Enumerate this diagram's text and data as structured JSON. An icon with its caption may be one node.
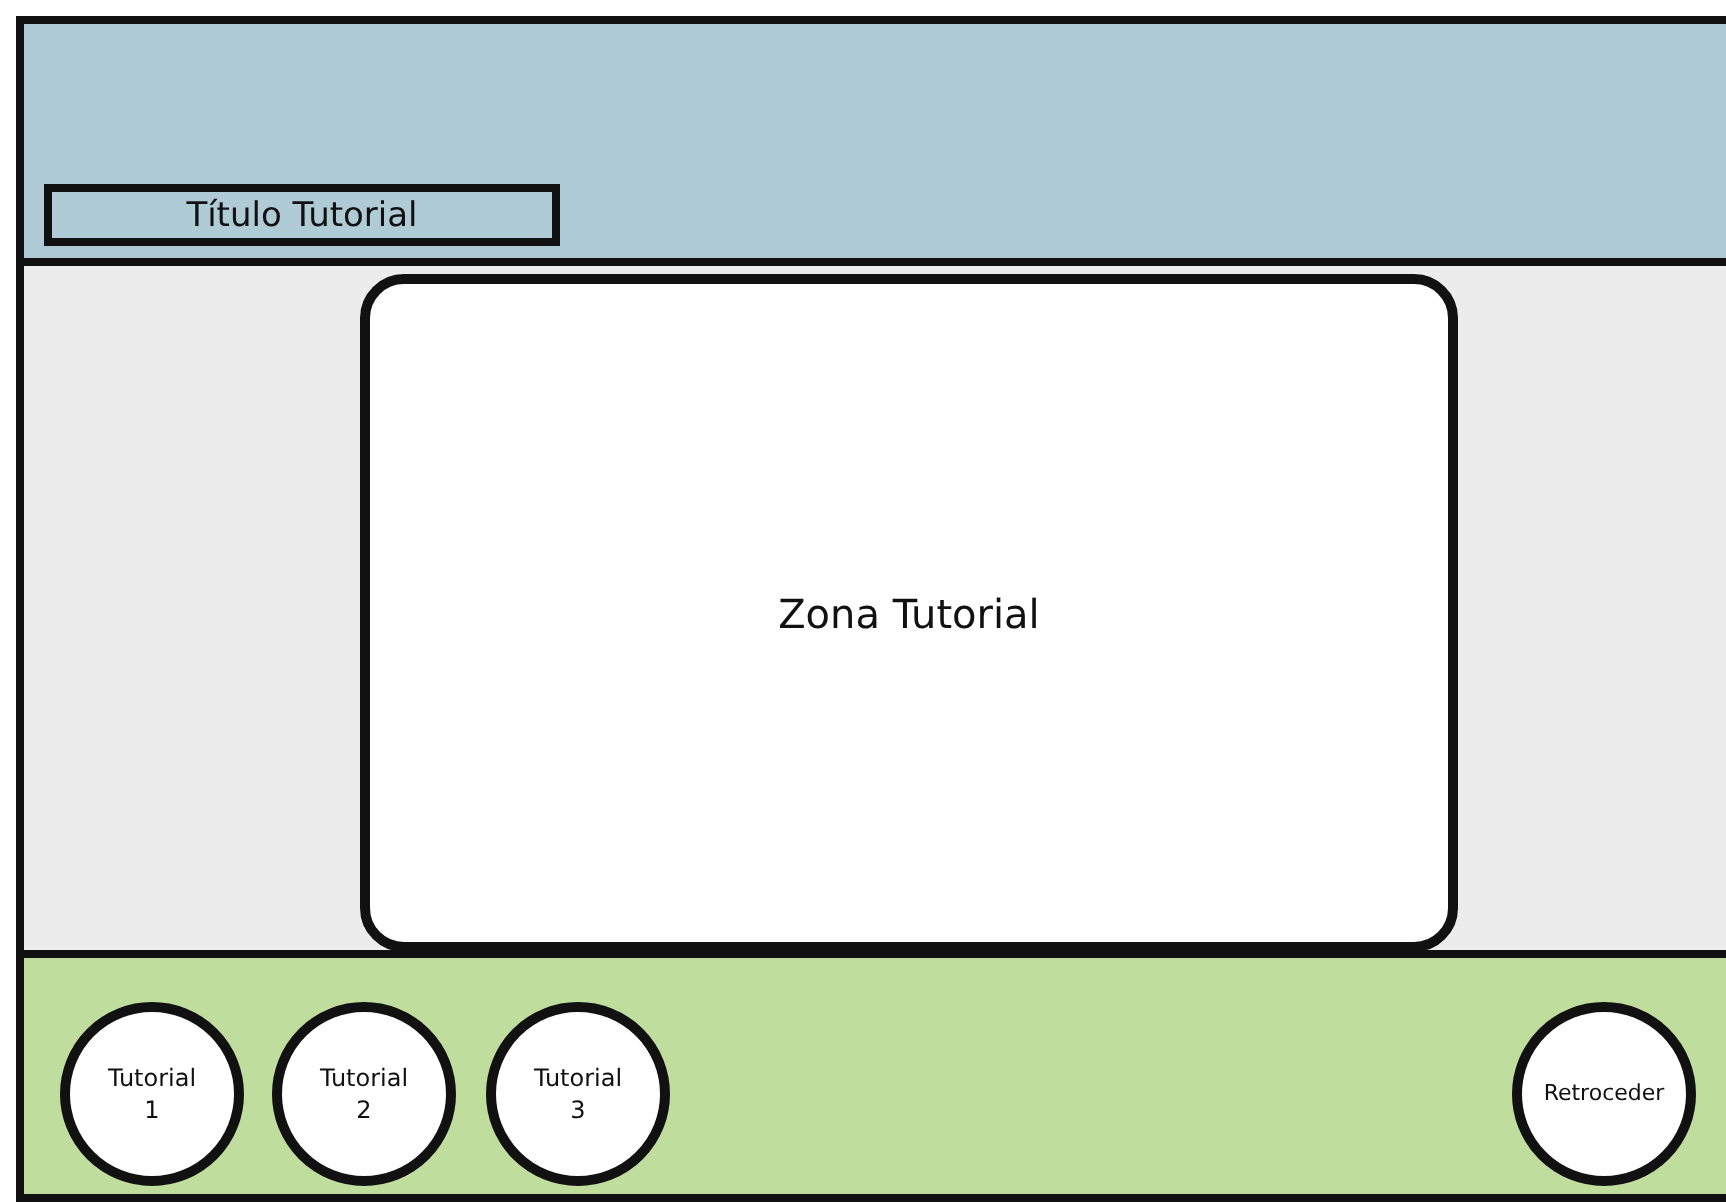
{
  "diagram": {
    "nodes": [
      {
        "text": [
          "Título Tutorial"
        ]
      },
      {
        "text": [
          "Zona Tutorial"
        ]
      },
      {
        "text": [
          "Tutorial 1"
        ]
      },
      {
        "text": [
          "Tutorial 2"
        ]
      },
      {
        "text": [
          "Tutorial 3"
        ]
      },
      {
        "text": [
          "Retroceder"
        ]
      }
    ]
  }
}
